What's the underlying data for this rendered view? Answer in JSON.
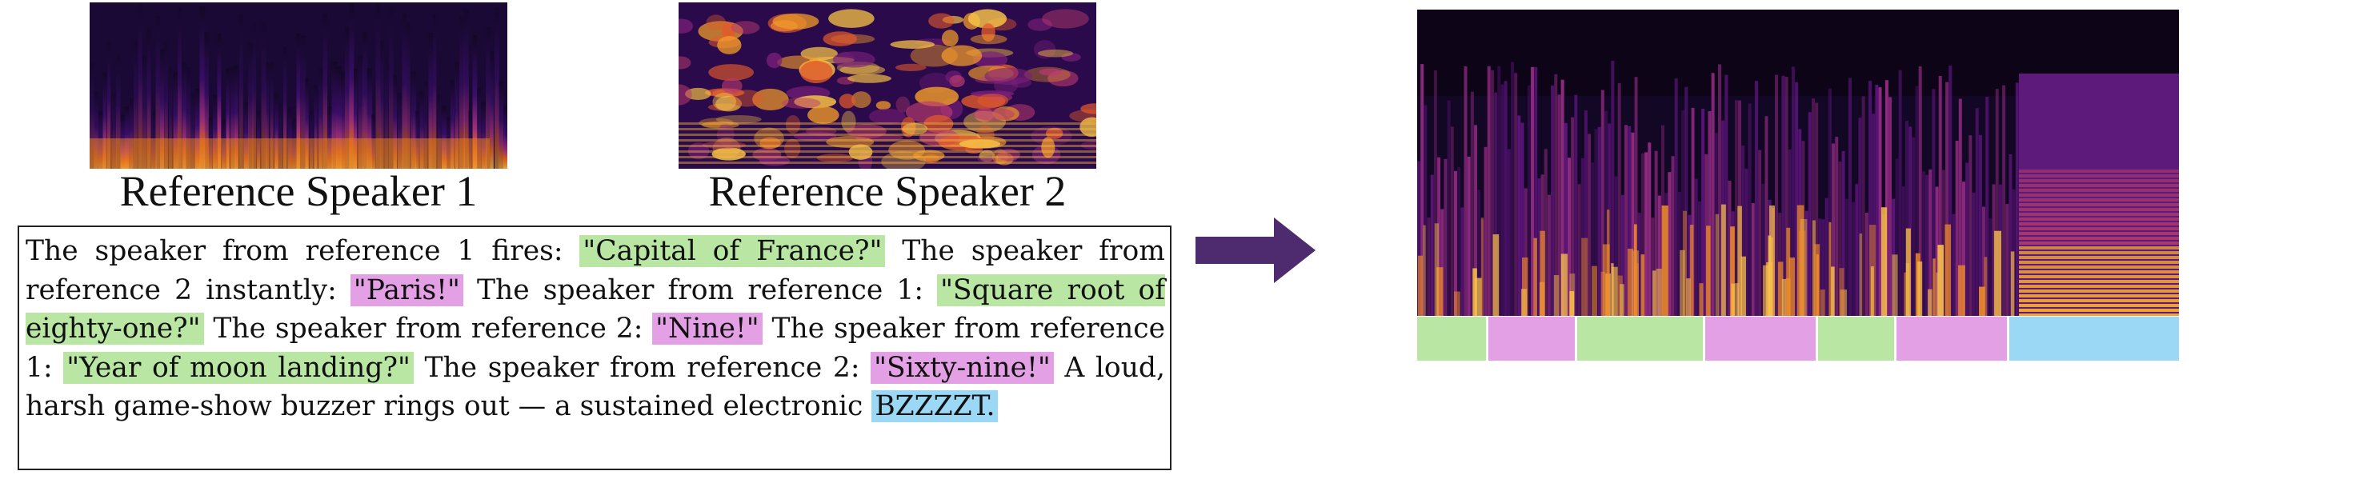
{
  "captions": {
    "ref1": "Reference Speaker 1",
    "ref2": "Reference Speaker 2"
  },
  "prompt_segments": [
    {
      "text": "The speaker from reference 1 fires: ",
      "role": "plain"
    },
    {
      "text": "\"Capital of France?\"",
      "role": "speaker1"
    },
    {
      "text": " The speaker from reference 2 instantly: ",
      "role": "plain"
    },
    {
      "text": "\"Paris!\"",
      "role": "speaker2"
    },
    {
      "text": " The speaker from reference 1: ",
      "role": "plain"
    },
    {
      "text": "\"Square root of eighty-one?\"",
      "role": "speaker1"
    },
    {
      "text": " The speaker from reference 2: ",
      "role": "plain"
    },
    {
      "text": "\"Nine!\"",
      "role": "speaker2"
    },
    {
      "text": " The speaker from reference 1: ",
      "role": "plain"
    },
    {
      "text": "\"Year of moon landing?\"",
      "role": "speaker1"
    },
    {
      "text": " The speaker from reference 2: ",
      "role": "plain"
    },
    {
      "text": "\"Sixty-nine!\"",
      "role": "speaker2"
    },
    {
      "text": " A loud, harsh game-show buzzer rings out — a sustained electronic ",
      "role": "plain"
    },
    {
      "text": "BZZZZT.",
      "role": "sound"
    }
  ],
  "colors": {
    "speaker1": "#b9e6a2",
    "speaker2": "#e4a0e4",
    "sound": "#9ad8f5",
    "arrow": "#4e2a6e"
  },
  "timeline": [
    {
      "role": "speaker1",
      "fraction": 0.093
    },
    {
      "role": "speaker2",
      "fraction": 0.117
    },
    {
      "role": "speaker1",
      "fraction": 0.168
    },
    {
      "role": "speaker2",
      "fraction": 0.148
    },
    {
      "role": "speaker1",
      "fraction": 0.103
    },
    {
      "role": "speaker2",
      "fraction": 0.148
    },
    {
      "role": "sound",
      "fraction": 0.223
    }
  ],
  "icons": {
    "arrow": "right-arrow-icon"
  }
}
